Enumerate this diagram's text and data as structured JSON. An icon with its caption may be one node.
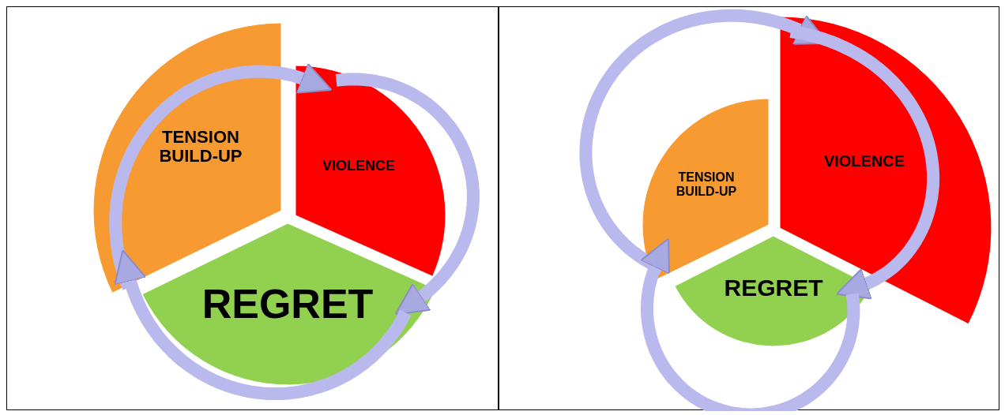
{
  "diagram": {
    "nodes": [
      {
        "text": [
          "TENSION BUILD-UP"
        ]
      },
      {
        "text": [
          "VIOLENCE"
        ]
      },
      {
        "text": [
          "REGRET"
        ]
      },
      {
        "text": [
          "TENSION BUILD-UP"
        ]
      },
      {
        "text": [
          "VIOLENCE"
        ]
      },
      {
        "text": [
          "REGRET"
        ]
      }
    ],
    "edges": [
      {
        "from": 0,
        "to": 1,
        "arrow": "to"
      },
      {
        "from": 1,
        "to": 2,
        "arrow": "to"
      },
      {
        "from": 2,
        "to": 0,
        "arrow": "to"
      },
      {
        "from": 3,
        "to": 4,
        "arrow": "to"
      },
      {
        "from": 4,
        "to": 5,
        "arrow": "to"
      },
      {
        "from": 5,
        "to": 3,
        "arrow": "to"
      }
    ]
  }
}
